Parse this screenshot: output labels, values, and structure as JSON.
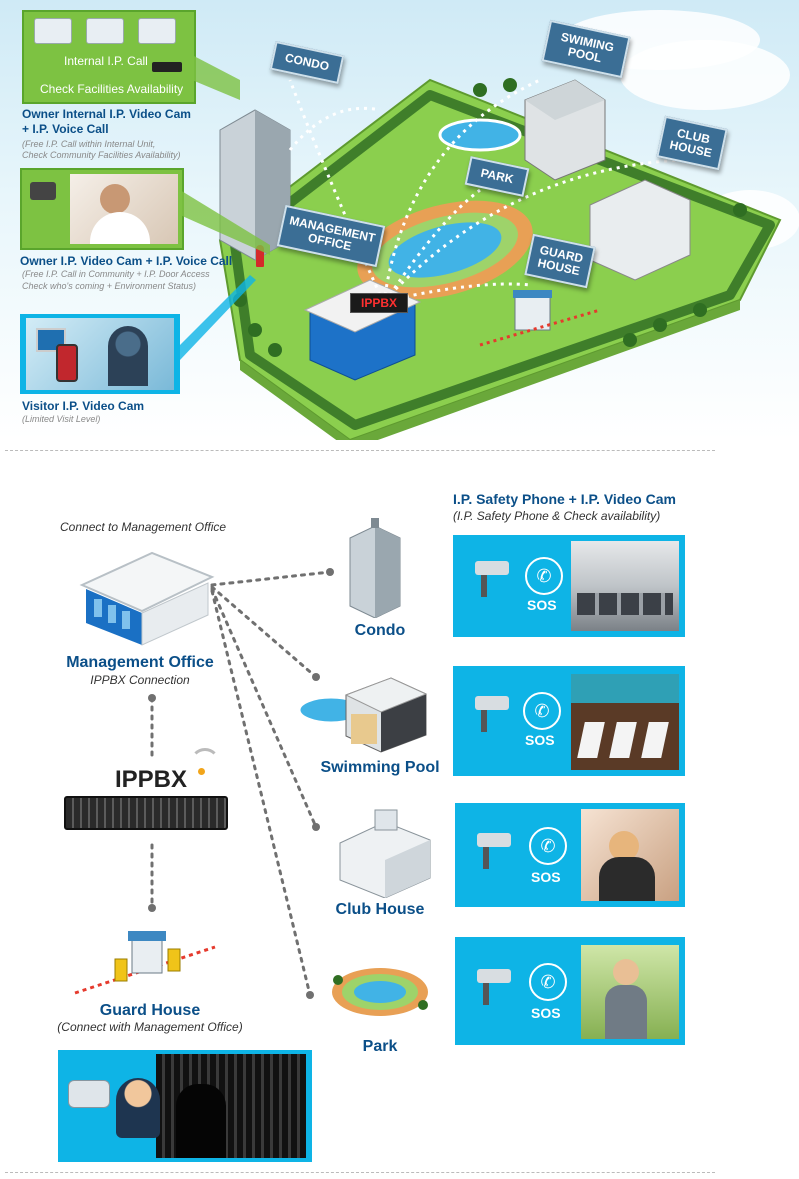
{
  "top": {
    "internal_call_label": "Internal I.P. Call",
    "check_facilities_label": "Check Facilities Availability",
    "owner_internal_title_1": "Owner Internal I.P. Video Cam",
    "owner_internal_title_2": "+ I.P. Voice Call",
    "owner_internal_sub_1": "(Free I.P. Call within Internal Unit,",
    "owner_internal_sub_2": "Check Community Facilities Availability)",
    "owner_ip_title": "Owner I.P. Video Cam + I.P. Voice Call",
    "owner_ip_sub_1": "(Free I.P. Call in Community + I.P. Door Access",
    "owner_ip_sub_2": "Check who's coming + Environment Status)",
    "visitor_title": "Visitor I.P. Video Cam",
    "visitor_sub": "(Limited Visit Level)",
    "signs": {
      "condo": "CONDO",
      "swimming_1": "SWIMING",
      "swimming_2": "POOL",
      "club_1": "CLUB",
      "club_2": "HOUSE",
      "park": "PARK",
      "mgmt_1": "MANAGEMENT",
      "mgmt_2": "OFFICE",
      "guard_1": "GUARD",
      "guard_2": "HOUSE",
      "ippbx": "IPPBX"
    }
  },
  "bottom": {
    "connect_label": "Connect to Management Office",
    "mgmt_title": "Management Office",
    "mgmt_sub": "IPPBX Connection",
    "ippbx_label": "IPPBX",
    "guard_title": "Guard House",
    "guard_sub": "(Connect with Management Office)",
    "safety_title": "I.P. Safety Phone + I.P. Video Cam",
    "safety_sub": "(I.P. Safety Phone & Check availability)",
    "facilities": [
      {
        "name": "Condo",
        "sos": "SOS"
      },
      {
        "name": "Swimming Pool",
        "sos": "SOS"
      },
      {
        "name": "Club House",
        "sos": "SOS"
      },
      {
        "name": "Park",
        "sos": "SOS"
      }
    ]
  },
  "colors": {
    "panel_blue": "#0eb4e6",
    "panel_green": "#7dc242",
    "title_blue": "#0b4f88",
    "sign_blue": "#3b6e95"
  }
}
